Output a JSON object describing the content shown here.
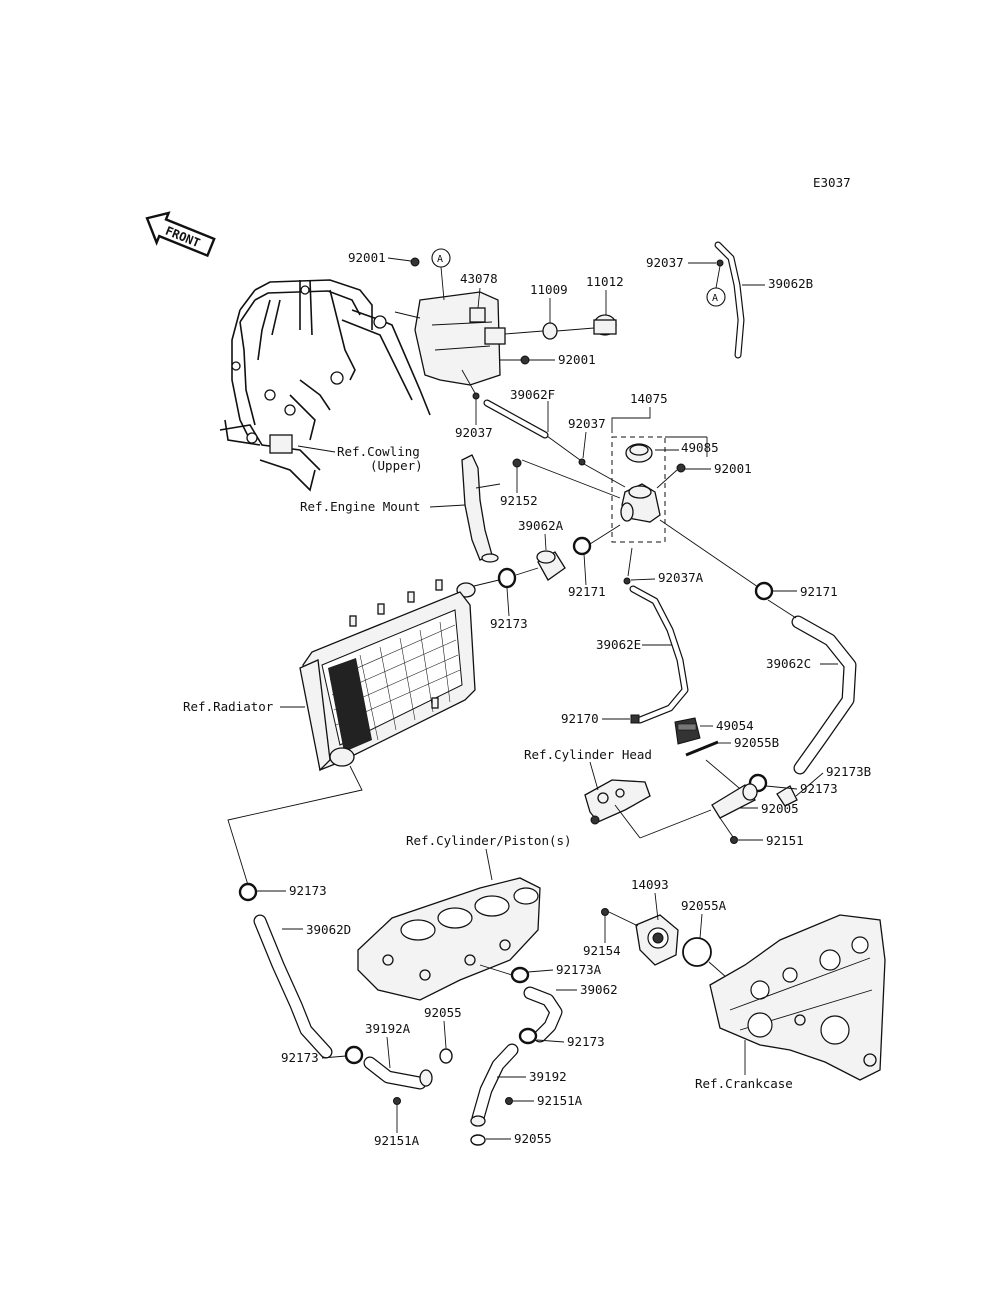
{
  "diagram_code": "E3037",
  "front_arrow_label": "FRONT",
  "ref_marker": "A",
  "labels": {
    "p92001_top": "92001",
    "p43078": "43078",
    "p11009": "11009",
    "p11012": "11012",
    "p92037_top": "92037",
    "p39062B": "39062B",
    "p92001_mid": "92001",
    "p39062F": "39062F",
    "p92037_left": "92037",
    "p92037_mid": "92037",
    "p14075": "14075",
    "p49085": "49085",
    "p92001_right": "92001",
    "p92152": "92152",
    "p39062A": "39062A",
    "p92171_left": "92171",
    "p92037A": "92037A",
    "p92171_right": "92171",
    "p92173_upper": "92173",
    "p39062E": "39062E",
    "p39062C": "39062C",
    "p92170": "92170",
    "p49054": "49054",
    "p92055B": "92055B",
    "p92173B": "92173B",
    "p92173_right": "92173",
    "p92005": "92005",
    "p92151": "92151",
    "p92173_left": "92173",
    "p39062D": "39062D",
    "p14093": "14093",
    "p92055A": "92055A",
    "p92154": "92154",
    "p92173A": "92173A",
    "p39062": "39062",
    "p92055_left": "92055",
    "p39192A": "39192A",
    "p92173_bl": "92173",
    "p92173_bm": "92173",
    "p39192": "39192",
    "p92151A_right": "92151A",
    "p92055_bottom": "92055",
    "p92151A_left": "92151A"
  },
  "references": {
    "cowling": "Ref.Cowling",
    "cowling_sub": "(Upper)",
    "engine_mount": "Ref.Engine Mount",
    "radiator": "Ref.Radiator",
    "cylinder_head": "Ref.Cylinder Head",
    "cylinder_piston": "Ref.Cylinder/Piston(s)",
    "crankcase": "Ref.Crankcase"
  }
}
